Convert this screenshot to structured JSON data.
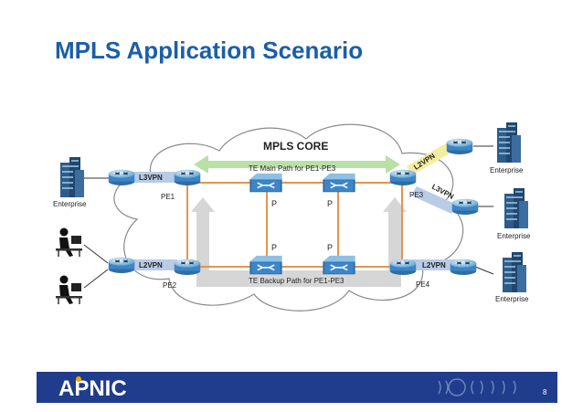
{
  "slide": {
    "title": "MPLS Application Scenario",
    "page_number": "8"
  },
  "core": {
    "label": "MPLS CORE",
    "te_main": "TE Main Path for PE1-PE3",
    "te_backup": "TE Backup Path for PE1-PE3"
  },
  "routers": {
    "pe1": "PE1",
    "pe2": "PE2",
    "pe3": "PE3",
    "pe4": "PE4",
    "p_top_left": "P",
    "p_top_right": "P",
    "p_bot_left": "P",
    "p_bot_right": "P"
  },
  "tunnels": {
    "l3vpn_left": "L3VPN",
    "l2vpn_left": "L2VPN",
    "l2vpn_top_right": "L2VPN",
    "l3vpn_right": "L3VPN",
    "l2vpn_bottom_right": "L2VPN"
  },
  "sites": {
    "enterprise_left": "Enterprise",
    "enterprise_right_1": "Enterprise",
    "enterprise_right_2": "Enterprise",
    "enterprise_right_3": "Enterprise"
  },
  "footer": {
    "logo": "APNIC",
    "colors": {
      "bar": "#1f3d8c",
      "accent": "#f2a900"
    }
  }
}
